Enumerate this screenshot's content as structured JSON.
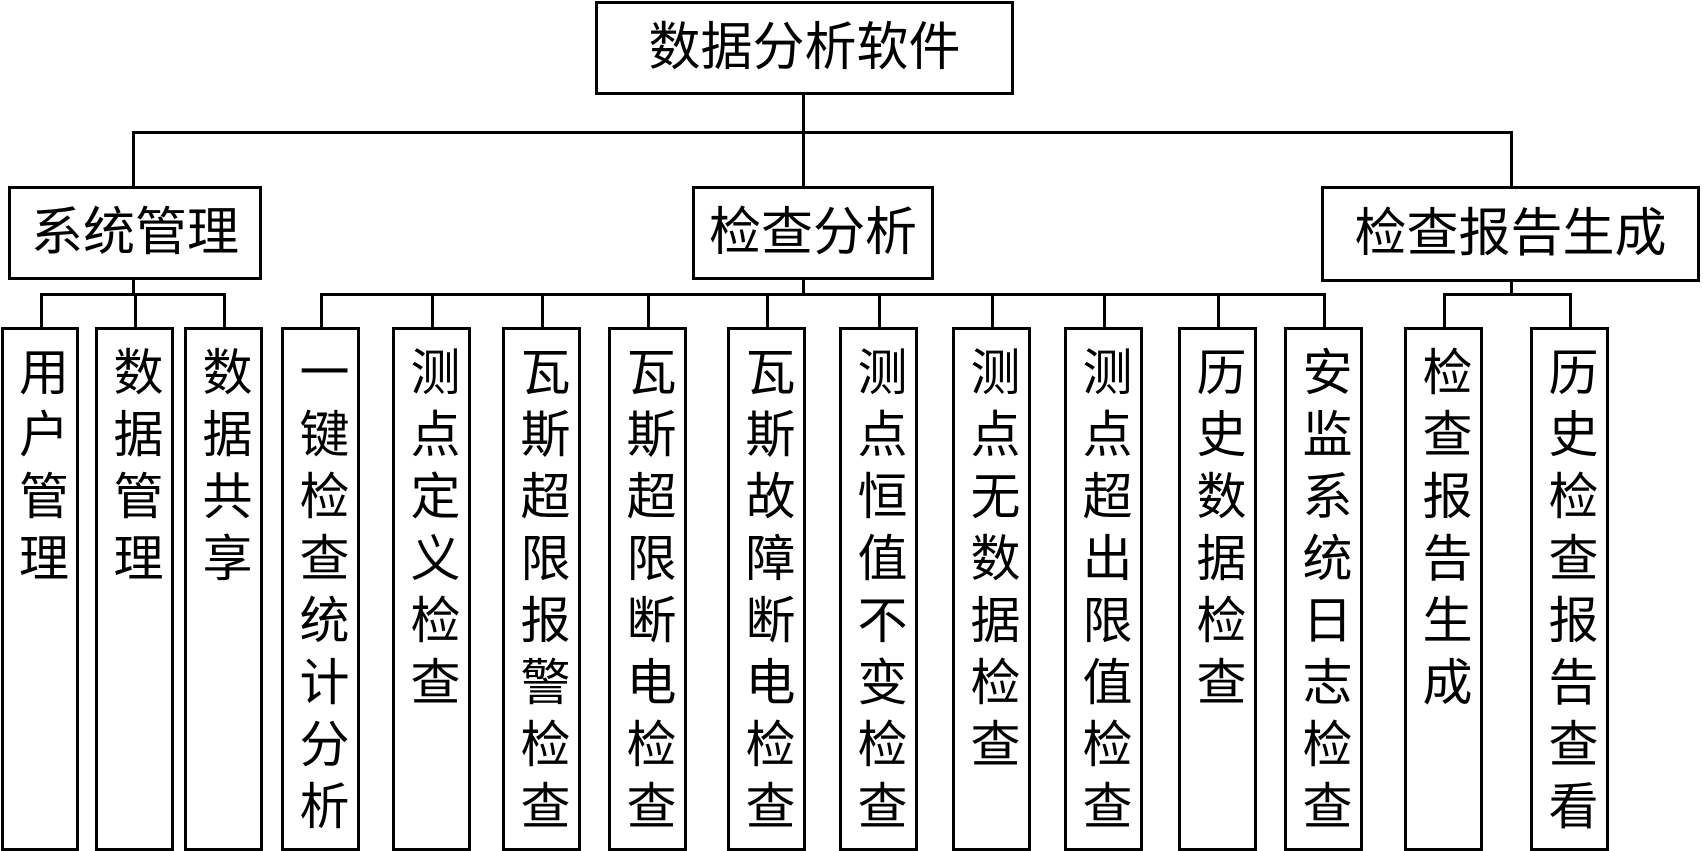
{
  "root": {
    "label": "数据分析软件"
  },
  "modules": [
    {
      "label": "系统管理",
      "children": [
        "用户管理",
        "数据管理",
        "数据共享"
      ]
    },
    {
      "label": "检查分析",
      "children": [
        "一键检查统计分析",
        "测点定义检查",
        "瓦斯超限报警检查",
        "瓦斯超限断电检查",
        "瓦斯故障断电检查",
        "测点恒值不变检查",
        "测点无数据检查",
        "测点超出限值检查",
        "历史数据检查",
        "安监系统日志检查"
      ]
    },
    {
      "label": "检查报告生成",
      "children": [
        "检查报告生成",
        "历史检查报告查看"
      ]
    }
  ]
}
